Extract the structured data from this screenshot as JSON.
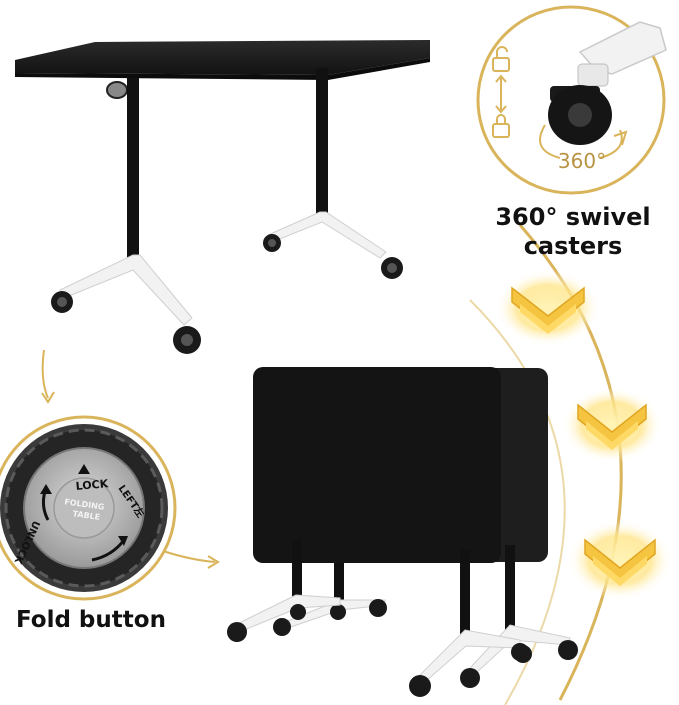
{
  "swivel": {
    "badge_degrees": "360°",
    "caption_line1": "360° swivel",
    "caption_line2": "casters"
  },
  "fold_button": {
    "lock_label": "LOCK",
    "left_label": "LEFT左",
    "unlock_label": "UNLOCK",
    "center_line1": "FOLDING",
    "center_line2": "TABLE",
    "caption": "Fold button"
  },
  "colors": {
    "gold_accent": "#d9b45a",
    "tabletop": "#1c1c1c",
    "frame_white": "#f2f2f2",
    "arrow_yellow": "#f5c542"
  }
}
